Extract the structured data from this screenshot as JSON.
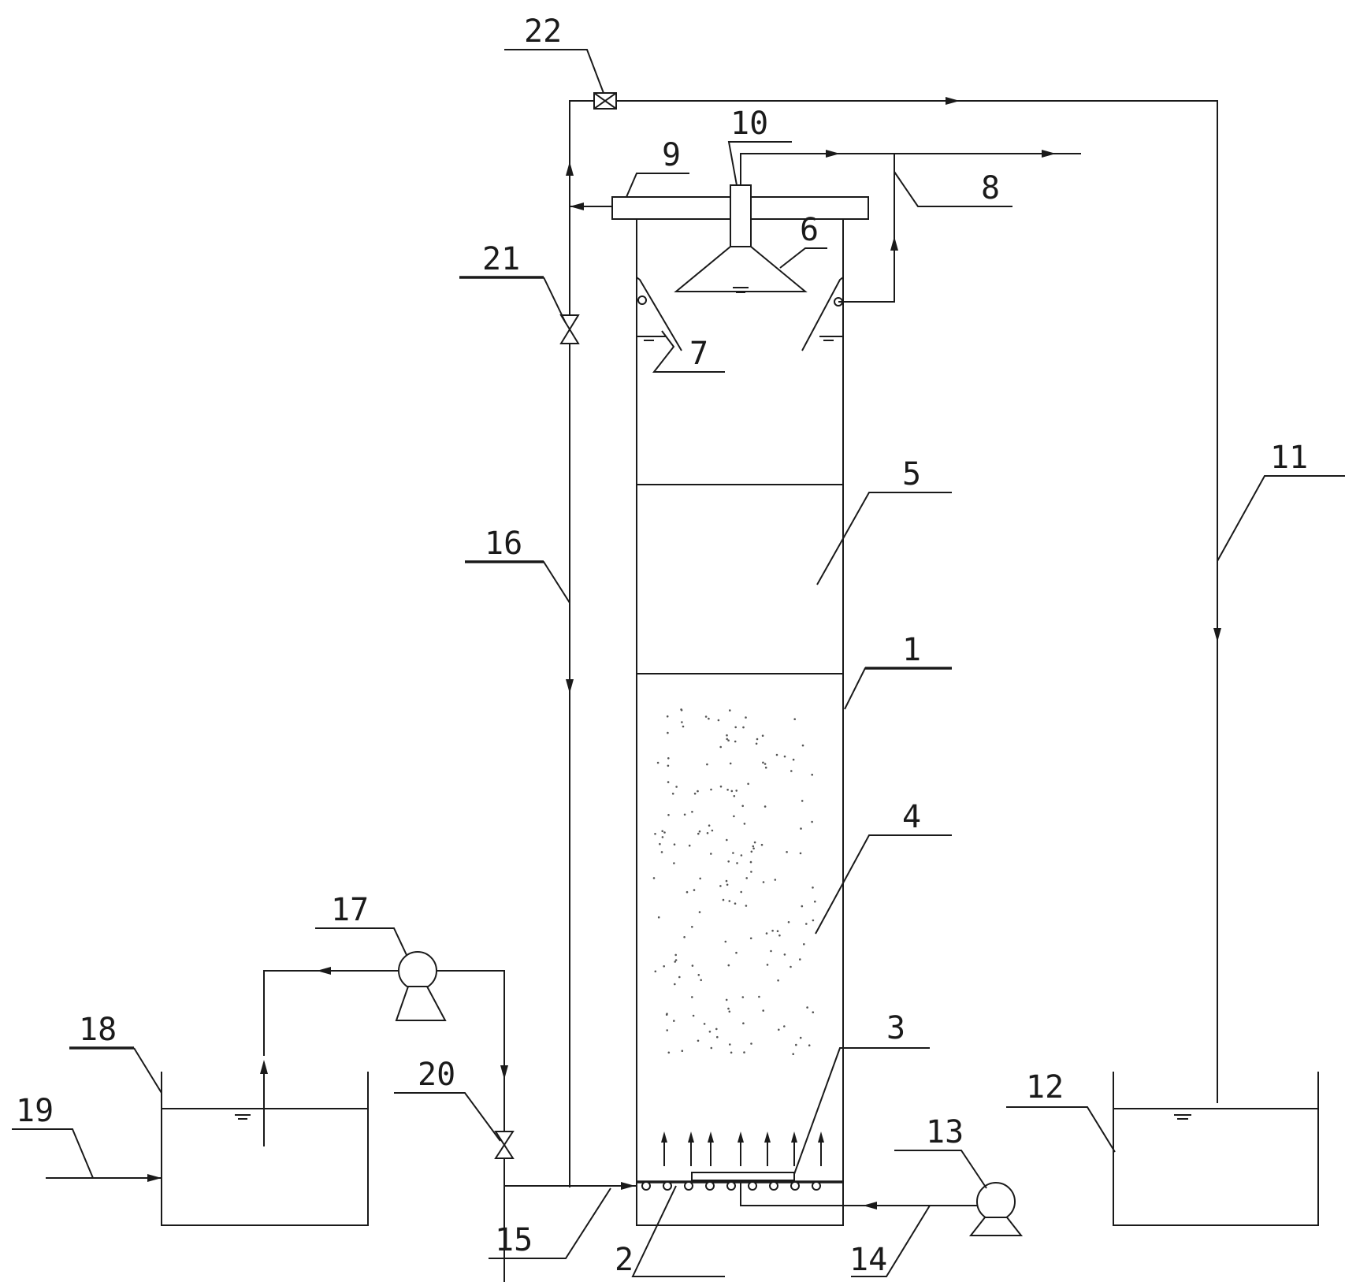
{
  "labels": {
    "n1": "1",
    "n2": "2",
    "n3": "3",
    "n4": "4",
    "n5": "5",
    "n6": "6",
    "n7": "7",
    "n8": "8",
    "n9": "9",
    "n10": "10",
    "n11": "11",
    "n12": "12",
    "n13": "13",
    "n14": "14",
    "n15": "15",
    "n16": "16",
    "n17": "17",
    "n18": "18",
    "n19": "19",
    "n20": "20",
    "n21": "21",
    "n22": "22"
  },
  "colors": {
    "ink": "#1a1a1a",
    "background": "#ffffff"
  }
}
